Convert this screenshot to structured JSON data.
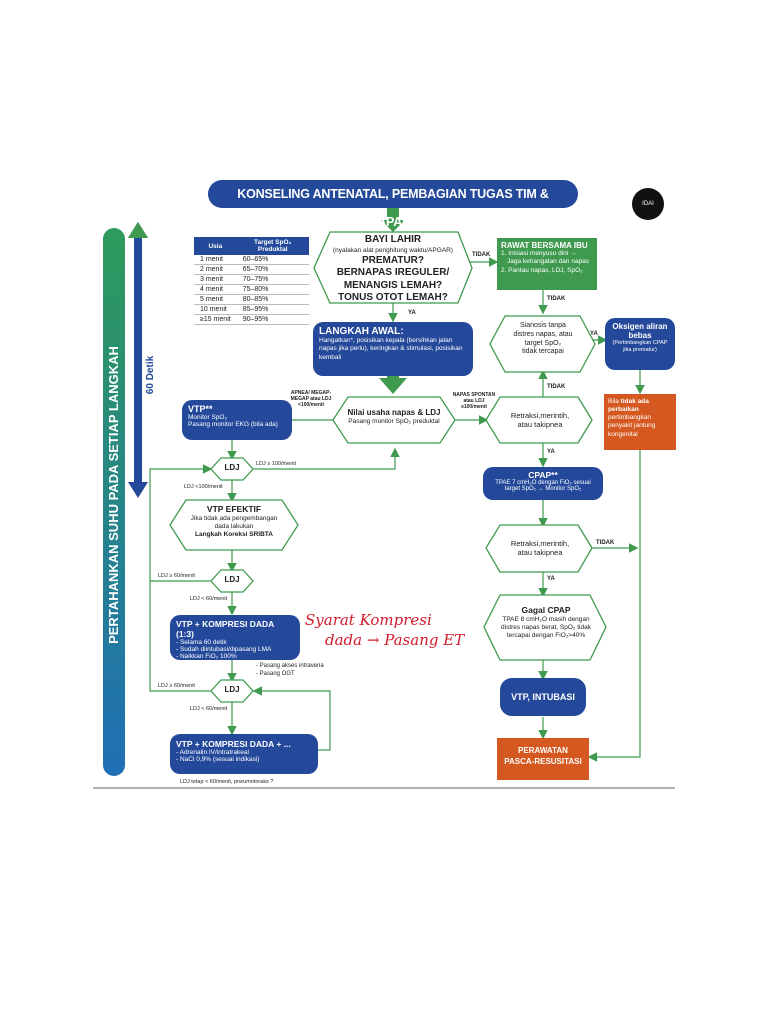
{
  "header": {
    "title": "KONSELING ANTENATAL, PEMBAGIAN TUGAS TIM & PERSIAPAN ALAT",
    "logo_text": "IDAI"
  },
  "side": {
    "suhu_label": "PERTAHANKAN SUHU PADA SETIAP LANGKAH",
    "detik_label": "60 Detik"
  },
  "spo2_table": {
    "col_usia": "Usia",
    "col_target": "Target SpO₂ Preduktal",
    "rows": [
      {
        "usia": "1 menit",
        "target": "60–65%"
      },
      {
        "usia": "2 menit",
        "target": "65–70%"
      },
      {
        "usia": "3 menit",
        "target": "70–75%"
      },
      {
        "usia": "4 menit",
        "target": "75–80%"
      },
      {
        "usia": "5 menit",
        "target": "80–85%"
      },
      {
        "usia": "10 menit",
        "target": "85–95%"
      },
      {
        "usia": "≥15 menit",
        "target": "90–95%"
      }
    ]
  },
  "nodes": {
    "bayi_lahir": {
      "title": "BAYI LAHIR",
      "sub": "(nyalakan alat penghitung waktu/APGAR)",
      "q1": "PREMATUR?",
      "q2": "BERNAPAS IREGULER/",
      "q3": "MENANGIS LEMAH?",
      "q4": "TONUS OTOT LEMAH?"
    },
    "rawat_bersama": {
      "title": "RAWAT BERSAMA IBU",
      "line1": "1. Inisiasi menyusu dini →",
      "line2": "Jaga kehangatan dan napas",
      "line3": "2. Pantau napas, LDJ, SpO₂"
    },
    "langkah_awal": {
      "title": "LANGKAH AWAL:",
      "body": "Hangatkan*, posisikan kepala (bersihkan jalan napas jika perlu), keringkan & stimulasi, posisikan kembali"
    },
    "sianosis": {
      "line1": "Sianosis tanpa",
      "line2": "distres napas, atau",
      "line3": "target SpO₂",
      "line4": "tidak tercapai"
    },
    "oksigen": {
      "title": "Oksigen aliran bebas",
      "sub": "(Pertimbangkan CPAP jika prematur)"
    },
    "vtp": {
      "title": "VTP**",
      "line1": "Monitor SpO₂",
      "line2": "Pasang monitor EKG (bila ada)"
    },
    "nilai": {
      "title": "Nilai usaha napas & LDJ",
      "sub": "Pasang monitor SpO₂ preduktal"
    },
    "retraksi1": {
      "line1": "Retraksi,merintih,",
      "line2": "atau takipnea"
    },
    "jantung": {
      "pre": "Bila",
      "bold": "tidak ada perbaikan",
      "post": "pertimbangkan penyakit jantung kongenital"
    },
    "ldj1": {
      "label": "LDJ"
    },
    "cpap": {
      "title": "CPAP**",
      "line1": "TPAE 7 cmH₂O dengan FiO₂ sesuai",
      "line2": "target SpO₂ → Monitor SpO₂"
    },
    "vtp_efektif": {
      "title": "VTP EFEKTIF",
      "line1": "Jika tidak ada pengembangan",
      "line2": "dada lakukan",
      "line3": "Langkah Koreksi SRIBTA"
    },
    "retraksi2": {
      "line1": "Retraksi,merintih,",
      "line2": "atau takipnea"
    },
    "ldj2": {
      "label": "LDJ"
    },
    "gagal_cpap": {
      "title": "Gagal CPAP",
      "line1": "TPAE 8 cmH₂O masih dengan",
      "line2": "distres napas berat, SpO₂ tidak",
      "line3": "tercapai dengan FiO₂>40%"
    },
    "vtp_kompresi1": {
      "title": "VTP + KOMPRESI DADA (1:3)",
      "line1": "- Selama 60 detik",
      "line2": "- Sudah diintubasi/dipasang LMA",
      "line3": "- Naikkan FiO₂ 100%"
    },
    "pasang": {
      "line1": "- Pasang akses intravena",
      "line2": "- Pasang OGT"
    },
    "ldj3": {
      "label": "LDJ"
    },
    "vtp_intubasi": {
      "title": "VTP, INTUBASI"
    },
    "vtp_kompresi2": {
      "title": "VTP + KOMPRESI DADA + ...",
      "line1": "- Adrenalin IV/intratrakeal",
      "line2": "- NaCl 0,9% (sesuai indikasi)"
    },
    "perawatan": {
      "line1": "PERAWATAN",
      "line2": "PASCA-RESUSITASI"
    }
  },
  "edge_labels": {
    "ya1": "YA",
    "tidak1": "TIDAK",
    "tidak2": "TIDAK",
    "ya2": "YA",
    "tidak3": "TIDAK",
    "ya3": "YA",
    "apnea": "APNEA/ MEGAP-MEGAP atau LDJ <100/menit",
    "napas_spontan": "NAPAS SPONTAN atau LDJ ≥100/menit",
    "ldj_ge100": "LDJ ≥ 100/menit",
    "ldj_lt100": "LDJ <100/menit",
    "ldj_ge60_a": "LDJ ≥ 60/menit",
    "ldj_lt60_a": "LDJ < 60/menit",
    "tidak4": "TIDAK",
    "ya4": "YA",
    "ldj_ge60_b": "LDJ ≥ 60/menit",
    "ldj_lt60_b": "LDJ < 60/menit",
    "ldj_tetap": "LDJ tetap < 60/menit, pneumotoraks ?"
  },
  "handwriting": {
    "line1": "Syarat Kompresi",
    "line2": "dada → Pasang ET"
  },
  "colors": {
    "blue": "#24489a",
    "green": "#3f9a4f",
    "orange": "#d4581f",
    "red_ink": "#d21b2b"
  }
}
